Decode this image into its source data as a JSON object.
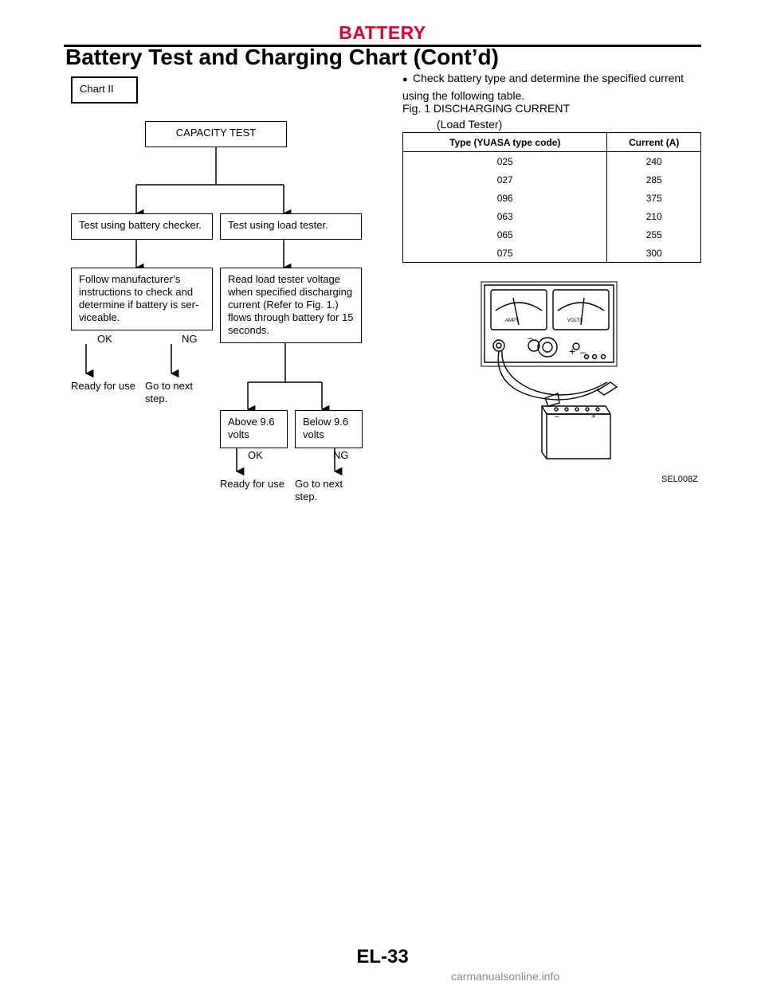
{
  "header": {
    "section": "BATTERY",
    "title": "Battery Test and Charging Chart (Cont’d)"
  },
  "flowchart": {
    "chart_label": "Chart II",
    "capacity_test": "CAPACITY TEST",
    "test_checker": "Test using battery checker.",
    "test_load": "Test using load tester.",
    "follow_manufacturer": "Follow manufacturer’s instructions to check and determine if battery is ser-viceable.",
    "read_voltage": "Read load tester voltage when specified discharging current (Refer to Fig. 1.) flows through battery for 15 seconds.",
    "ok": "OK",
    "ng": "NG",
    "ready": "Ready for use",
    "next_step": "Go to next step.",
    "above": "Above 9.6 volts",
    "below": "Below 9.6 volts"
  },
  "instructions": {
    "bullet": "Check battery type and determine the specified current using the following table.",
    "fig_caption": "Fig. 1 DISCHARGING CURRENT",
    "fig_sub": "(Load Tester)"
  },
  "table": {
    "headers": [
      "Type (YUASA type code)",
      "Current (A)"
    ],
    "rows": [
      [
        "025",
        "240"
      ],
      [
        "027",
        "285"
      ],
      [
        "096",
        "375"
      ],
      [
        "063",
        "210"
      ],
      [
        "065",
        "255"
      ],
      [
        "075",
        "300"
      ]
    ]
  },
  "illustration": {
    "amps_label": "AMPS",
    "volts_label": "VOLTS",
    "plus": "+",
    "minus": "–",
    "code": "SEL008Z"
  },
  "footer": {
    "page": "EL-33",
    "watermark": "carmanualsonline.info"
  }
}
